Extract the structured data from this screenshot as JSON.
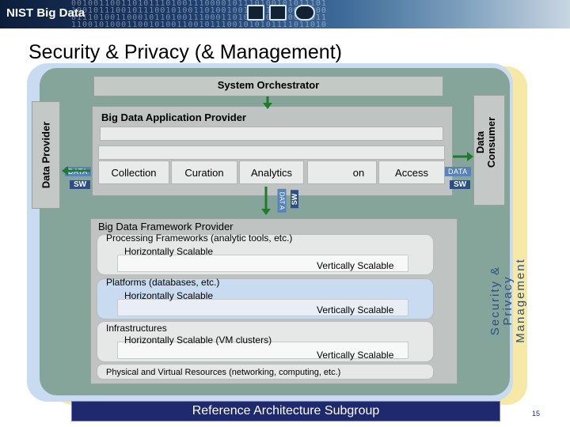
{
  "header": {
    "logo_text": "NIST Big Data",
    "binary_text": "0010011001101011101001110000101110100101011101\n1001011100101110010100110100100100111010011000\n0111010011000101101001110001101011000110011011\n1100101000110010100110010111001010101111011010"
  },
  "page": {
    "title": "Security & Privacy (& Management)"
  },
  "diagram": {
    "orchestrator": "System Orchestrator",
    "data_provider": "Data Provider",
    "data_consumer_line1": "Data",
    "data_consumer_line2": "Consumer",
    "app_provider": {
      "title": "Big Data Application Provider",
      "activities": [
        "Collection",
        "Curation",
        "Analytics",
        "on",
        "Access"
      ]
    },
    "tags": {
      "data": "DATA",
      "sw": "SW",
      "data_vertical": "DAT A"
    },
    "framework": {
      "title": "Big Data Framework Provider",
      "layers": [
        {
          "title": "Processing Frameworks (analytic tools, etc.)",
          "horizontal": "Horizontally Scalable",
          "vertical": "Vertically Scalable"
        },
        {
          "title": "Platforms (databases, etc.)",
          "horizontal": "Horizontally Scalable",
          "vertical": "Vertically Scalable"
        },
        {
          "title": "Infrastructures",
          "horizontal": "Horizontally Scalable (VM clusters)",
          "vertical": "Vertically Scalable"
        }
      ],
      "physical": "Physical and Virtual Resources (networking, computing, etc.)"
    },
    "security_line1": "Security &",
    "security_line2": "Privacy",
    "security_line3": "Management"
  },
  "footer": {
    "subgroup": "Reference Architecture Subgroup",
    "page_number": "15"
  },
  "colors": {
    "security_band": "#f6e9a6",
    "outer_blue": "#c9dbf1",
    "panel": "#85a49a",
    "arrow_green": "#1f7a2a",
    "footer": "#1f2a6e"
  }
}
